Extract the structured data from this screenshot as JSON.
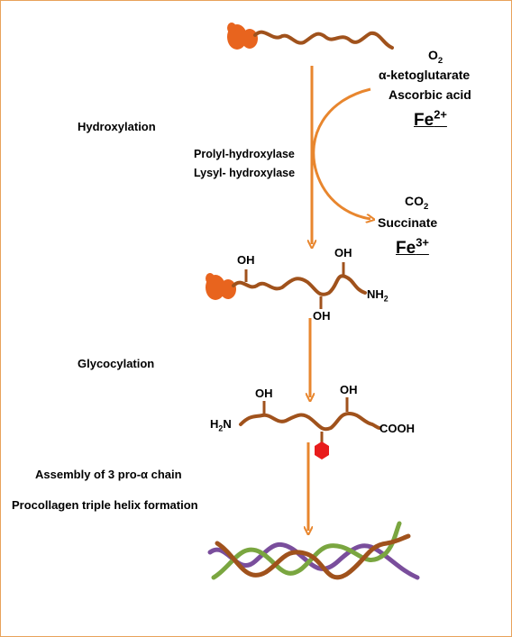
{
  "steps": {
    "hydroxylation": "Hydroxylation",
    "glycosylation": "Glycocylation",
    "assembly": "Assembly of 3 pro-α chain",
    "triple_helix": "Procollagen triple helix formation"
  },
  "enzymes": {
    "prolyl": "Prolyl-hydroxylase",
    "lysyl": "Lysyl- hydroxylase"
  },
  "cofactors_in": {
    "oxygen": "O",
    "oxygen_sub": "2",
    "ketoglutarate": "α-ketoglutarate",
    "ascorbic": "Ascorbic acid",
    "iron": "Fe",
    "iron_charge": "2+"
  },
  "products_out": {
    "co2": "CO",
    "co2_sub": "2",
    "succinate": "Succinate",
    "iron": "Fe",
    "iron_charge": "3+"
  },
  "groups": {
    "oh": "OH",
    "nh2": "NH",
    "nh2_sub": "2",
    "h2n": "H",
    "h2n_sub": "2",
    "h2n_n": "N",
    "cooh": "COOH"
  },
  "colors": {
    "chain": "#a0521c",
    "arrow": "#e8862e",
    "ribosome": "#e8641e",
    "sugar": "#e81c1c",
    "helix_purple": "#7a4e9c",
    "helix_green": "#7aa640",
    "helix_brown": "#a0521c",
    "frame": "#e8a25a"
  }
}
